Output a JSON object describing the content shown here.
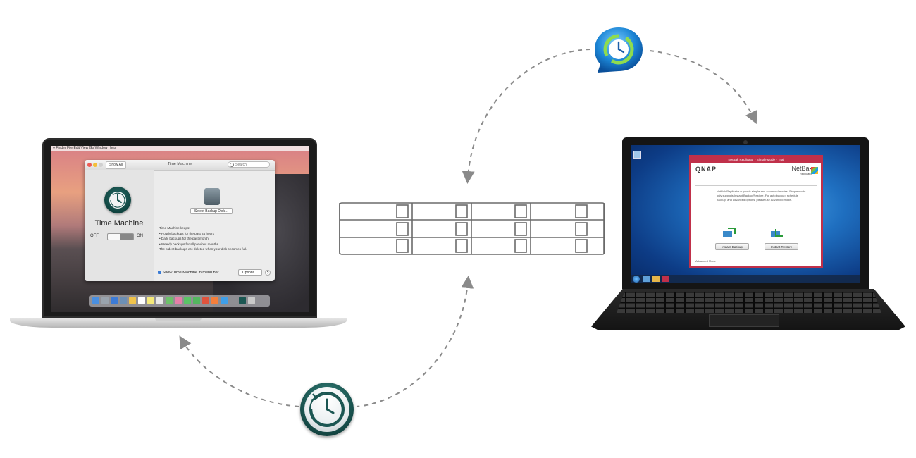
{
  "mac": {
    "menubar_items": [
      "Finder",
      "File",
      "Edit",
      "View",
      "Go",
      "Window",
      "Help"
    ],
    "window_title": "Time Machine",
    "show_all": "Show All",
    "search_placeholder": "Search",
    "app_title": "Time Machine",
    "toggle_off": "OFF",
    "toggle_on": "ON",
    "select_disk": "Select Backup Disk…",
    "info_heading": "Time Machine keeps:",
    "info_lines": [
      "• Hourly backups for the past 24 hours",
      "• Daily backups for the past month",
      "• Weekly backups for all previous months"
    ],
    "info_footer": "The oldest backups are deleted when your disk becomes full.",
    "menu_bar_checkbox": "Show Time Machine in menu bar",
    "options_button": "Options…",
    "help_button": "?"
  },
  "windows": {
    "app_window_title": "NetBak Replicator - Simple Mode - Trial",
    "qnap_logo": "QNAP",
    "netbak_logo": "NetBak",
    "netbak_sub": "Replicator",
    "description": "NetBak Replicator supports simple and advanced modes. Simple mode only supports Instant Backup/Restore. For auto backup, schedule backup, and advanced options, please use Advanced mode.",
    "instant_backup": "Instant Backup",
    "instant_restore": "Instant Restore",
    "advanced_mode": "Advanced Mode"
  },
  "colors": {
    "dash": "#8a8a8a",
    "nas_stroke": "#6b6b6b",
    "win_accent": "#c0304a",
    "mac_accent": "#1b5652"
  },
  "icons": {
    "top_center": "backup-clock-icon",
    "bottom_center": "time-machine-icon"
  }
}
